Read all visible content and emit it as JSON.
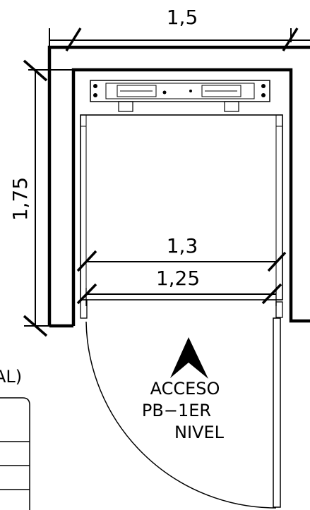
{
  "dimensions": {
    "outer_width": "1,5",
    "height": "1,75",
    "inner_width": "1,3",
    "door_width": "1,25"
  },
  "access_label": {
    "line1": "ACCESO",
    "line2": "PB−1ER",
    "line3": "NIVEL"
  },
  "side_fragment": "AL)",
  "colors": {
    "line": "#000000",
    "background": "#ffffff"
  }
}
